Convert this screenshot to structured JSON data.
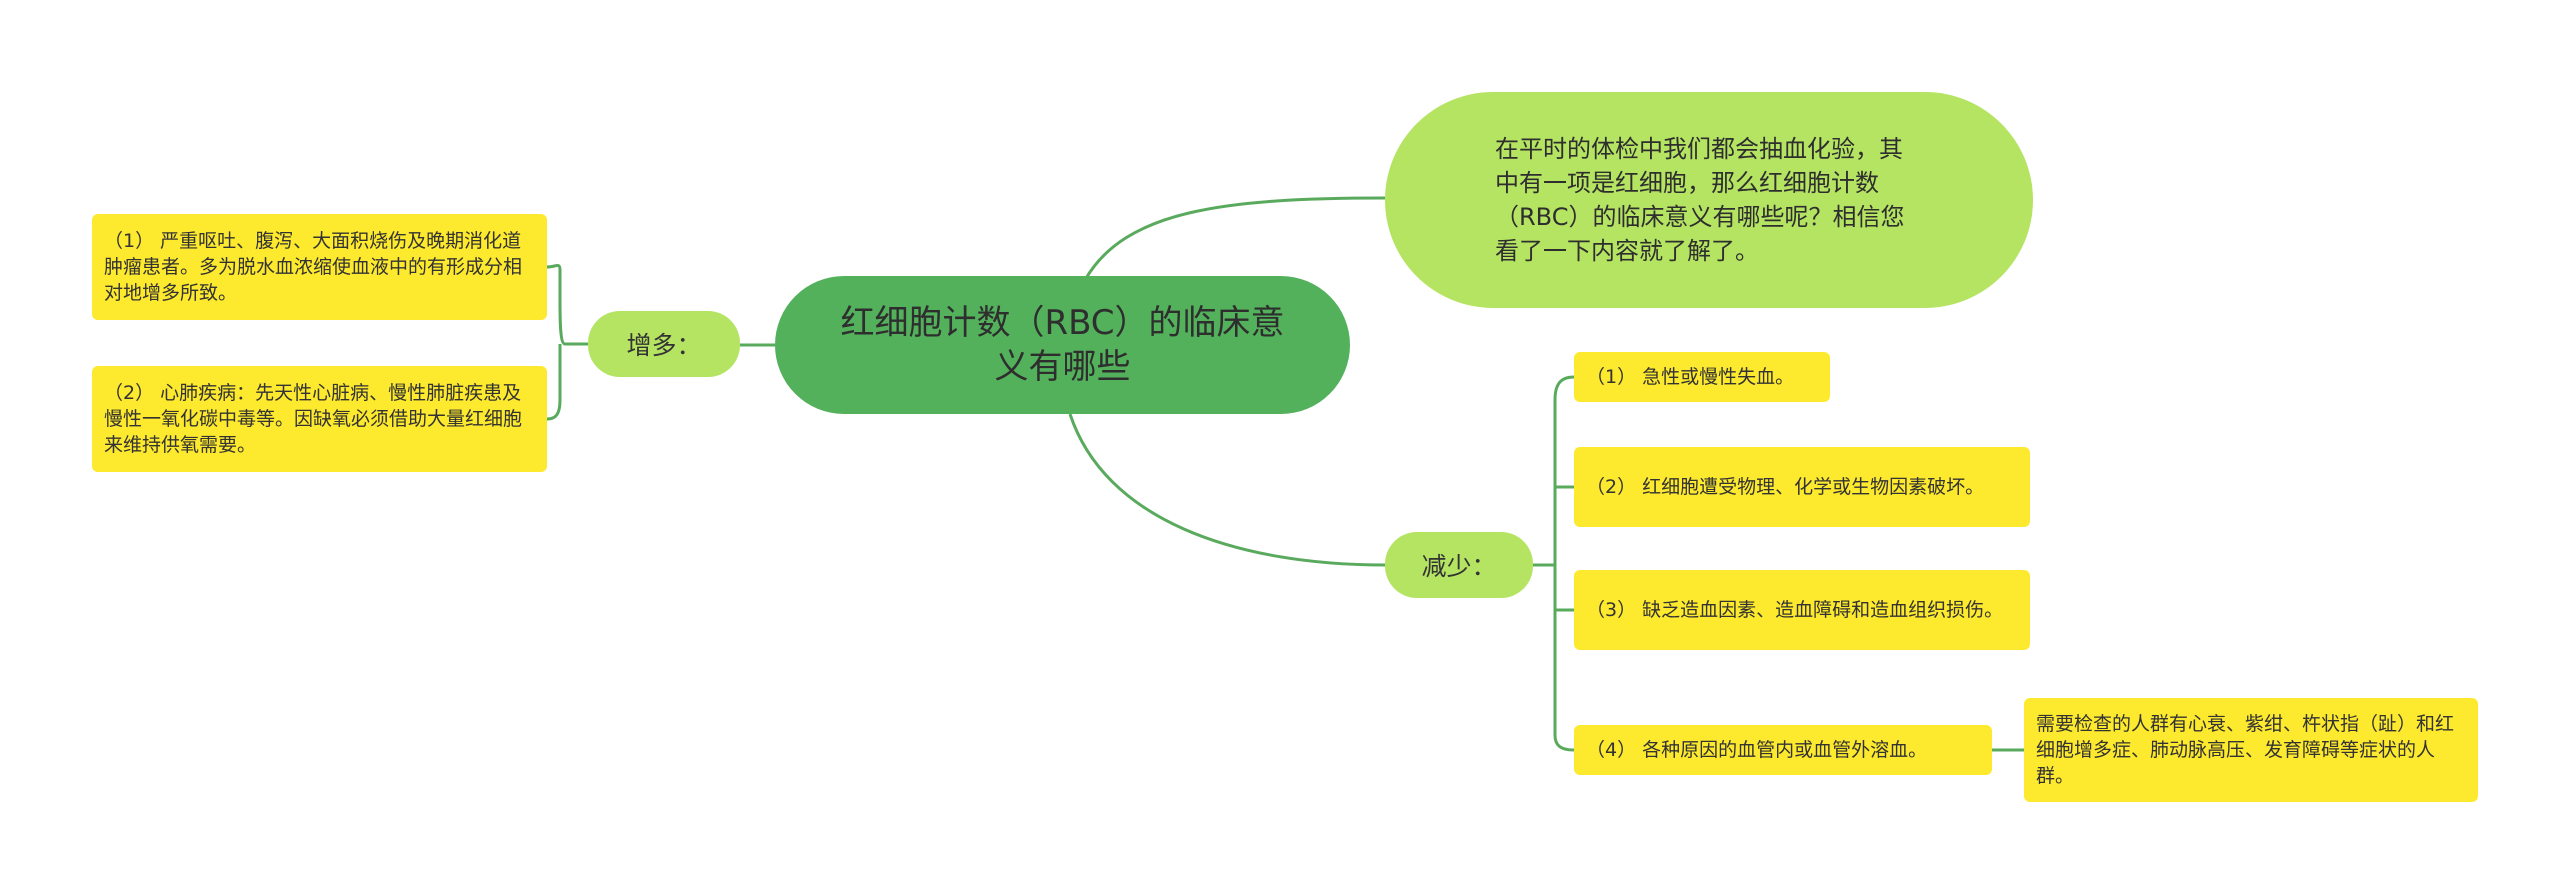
{
  "central": {
    "title": "红细胞计数（RBC）的临床意义有哪些"
  },
  "intro": {
    "text": "在平时的体检中我们都会抽血化验，其中有一项是红细胞，那么红细胞计数（RBC）的临床意义有哪些呢？相信您看了一下内容就了解了。"
  },
  "increase": {
    "label": "增多：",
    "items": [
      "（1） 严重呕吐、腹泻、大面积烧伤及晚期消化道肿瘤患者。多为脱水血浓缩使血液中的有形成分相对地增多所致。",
      "（2） 心肺疾病：先天性心脏病、慢性肺脏疾患及慢性一氧化碳中毒等。因缺氧必须借助大量红细胞来维持供氧需要。"
    ]
  },
  "decrease": {
    "label": "减少：",
    "items": [
      "（1） 急性或慢性失血。",
      "（2） 红细胞遭受物理、化学或生物因素破坏。",
      "（3） 缺乏造血因素、造血障碍和造血组织损伤。",
      "（4） 各种原因的血管内或血管外溶血。"
    ],
    "note": "需要检查的人群有心衰、紫绀、杵状指（趾）和红细胞增多症、肺动脉高压、发育障碍等症状的人群。"
  },
  "colors": {
    "central": "#53b15c",
    "branch": "#b5e463",
    "leaf": "#fde92d",
    "line": "#5aaa5e"
  }
}
